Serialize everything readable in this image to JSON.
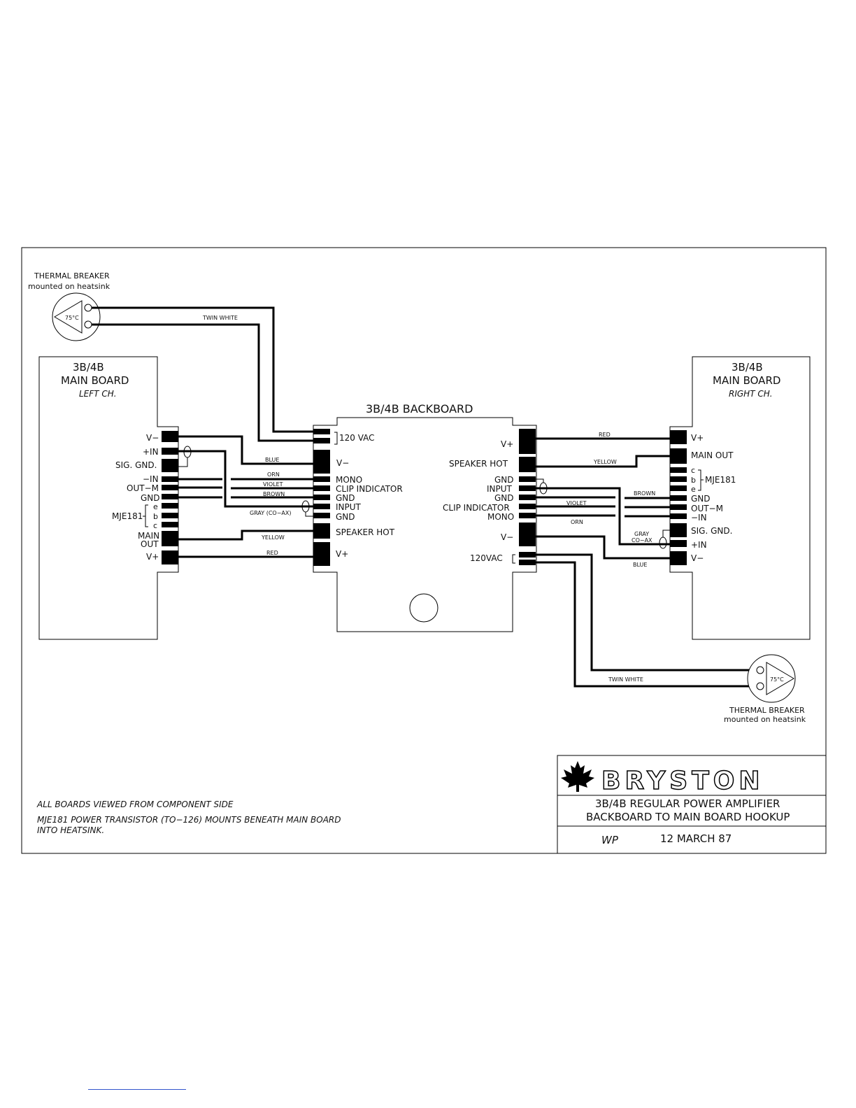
{
  "breaker_left": {
    "title": "THERMAL BREAKER",
    "subtitle": "mounted on heatsink",
    "temp": "75°C"
  },
  "breaker_right": {
    "title": "THERMAL BREAKER",
    "subtitle": "mounted on heatsink",
    "temp": "75°C"
  },
  "left_board": {
    "title1": "3B/4B",
    "title2": "MAIN BOARD",
    "channel": "LEFT CH.",
    "pins": {
      "v_minus": "V−",
      "plus_in": "+IN",
      "sig_gnd": "SIG. GND.",
      "minus_in": "−IN",
      "out_m": "OUT−M",
      "gnd": "GND",
      "e": "e",
      "b": "b",
      "c": "c",
      "main": "MAIN",
      "out": "OUT",
      "v_plus": "V+"
    },
    "transistor": "MJE181"
  },
  "right_board": {
    "title1": "3B/4B",
    "title2": "MAIN BOARD",
    "channel": "RIGHT CH.",
    "pins": {
      "v_plus": "V+",
      "main_out": "MAIN OUT",
      "c": "c",
      "b": "b",
      "e": "e",
      "gnd": "GND",
      "out_m": "OUT−M",
      "minus_in": "−IN",
      "sig_gnd": "SIG. GND.",
      "plus_in": "+IN",
      "v_minus": "V−"
    },
    "transistor": "MJE181"
  },
  "backboard": {
    "title": "3B/4B BACKBOARD",
    "left_pins": {
      "vac": "120 VAC",
      "v_minus": "V−",
      "mono": "MONO",
      "clip": "CLIP INDICATOR",
      "gnd1": "GND",
      "input": "INPUT",
      "gnd2": "GND",
      "speaker_hot": "SPEAKER HOT",
      "v_plus": "V+"
    },
    "right_pins": {
      "v_plus": "V+",
      "speaker_hot": "SPEAKER HOT",
      "gnd1": "GND",
      "input": "INPUT",
      "gnd2": "GND",
      "clip": "CLIP INDICATOR",
      "mono": "MONO",
      "v_minus": "V−",
      "vac": "120VAC"
    }
  },
  "wires": {
    "twin_white": "TWIN WHITE",
    "blue": "BLUE",
    "orn": "ORN",
    "violet": "VIOLET",
    "brown": "BROWN",
    "gray_coax": "GRAY (CO−AX)",
    "gray": "GRAY",
    "co_ax": "CO−AX",
    "yellow": "YELLOW",
    "red": "RED"
  },
  "notes": {
    "line1": "ALL BOARDS VIEWED FROM COMPONENT SIDE",
    "line2": "MJE181 POWER TRANSISTOR (TO−126) MOUNTS BENEATH MAIN BOARD",
    "line3": "INTO HEATSINK."
  },
  "title_block": {
    "brand": "BRYSTON",
    "title1": "3B/4B REGULAR POWER AMPLIFIER",
    "title2": "BACKBOARD TO MAIN BOARD HOOKUP",
    "initials": "WP",
    "date": "12 MARCH 87"
  }
}
